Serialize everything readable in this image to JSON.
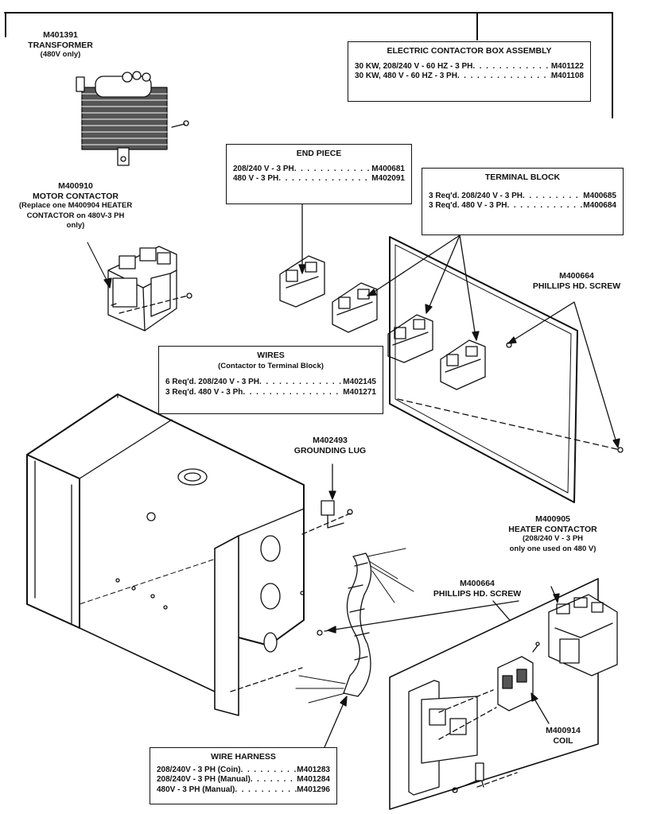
{
  "contactor_box": {
    "title": "ELECTRIC CONTACTOR BOX ASSEMBLY",
    "rows": [
      {
        "desc": "30 KW, 208/240 V - 60 HZ - 3 PH",
        "part": "M401122"
      },
      {
        "desc": "30 KW, 480 V - 60 HZ - 3 PH",
        "part": "M401108"
      }
    ]
  },
  "transformer": {
    "part": "M401391",
    "name": "TRANSFORMER",
    "note": "(480V only)"
  },
  "motor_contactor": {
    "part": "M400910",
    "name": "MOTOR CONTACTOR",
    "note_lines": [
      "(Replace one M400904 HEATER",
      "CONTACTOR on 480V-3 PH",
      "only)"
    ]
  },
  "end_piece": {
    "title": "END PIECE",
    "rows": [
      {
        "desc": "208/240 V - 3 PH",
        "part": "M400681"
      },
      {
        "desc": "480 V - 3 PH",
        "part": "M402091"
      }
    ]
  },
  "terminal_block": {
    "title": "TERMINAL BLOCK",
    "rows": [
      {
        "desc": "3 Req'd. 208/240 V - 3 PH",
        "part": "M400685"
      },
      {
        "desc": "3 Req'd. 480 V - 3 PH",
        "part": "M400684"
      }
    ]
  },
  "screw_upper": {
    "part": "M400664",
    "name": "PHILLIPS HD. SCREW"
  },
  "wires": {
    "title": "WIRES",
    "subtitle": "(Contactor to Terminal Block)",
    "rows": [
      {
        "desc": "6 Req'd. 208/240 V - 3 PH",
        "part": "M402145"
      },
      {
        "desc": "3 Req'd. 480 V - 3 Ph",
        "part": "M401271"
      }
    ]
  },
  "grounding_lug": {
    "part": "M402493",
    "name": "GROUNDING LUG"
  },
  "heater_contactor": {
    "part": "M400905",
    "name": "HEATER CONTACTOR",
    "note_lines": [
      "(208/240 V - 3 PH",
      "only one used on 480 V)"
    ]
  },
  "screw_lower": {
    "part": "M400664",
    "name": "PHILLIPS HD. SCREW"
  },
  "coil": {
    "part": "M400914",
    "name": "COIL"
  },
  "wire_harness": {
    "title": "WIRE HARNESS",
    "rows": [
      {
        "desc": "208/240V - 3 PH (Coin)",
        "part": "M401283"
      },
      {
        "desc": "208/240V - 3 PH (Manual)",
        "part": "M401284"
      },
      {
        "desc": "480V - 3 PH (Manual)",
        "part": "M401296"
      }
    ]
  }
}
